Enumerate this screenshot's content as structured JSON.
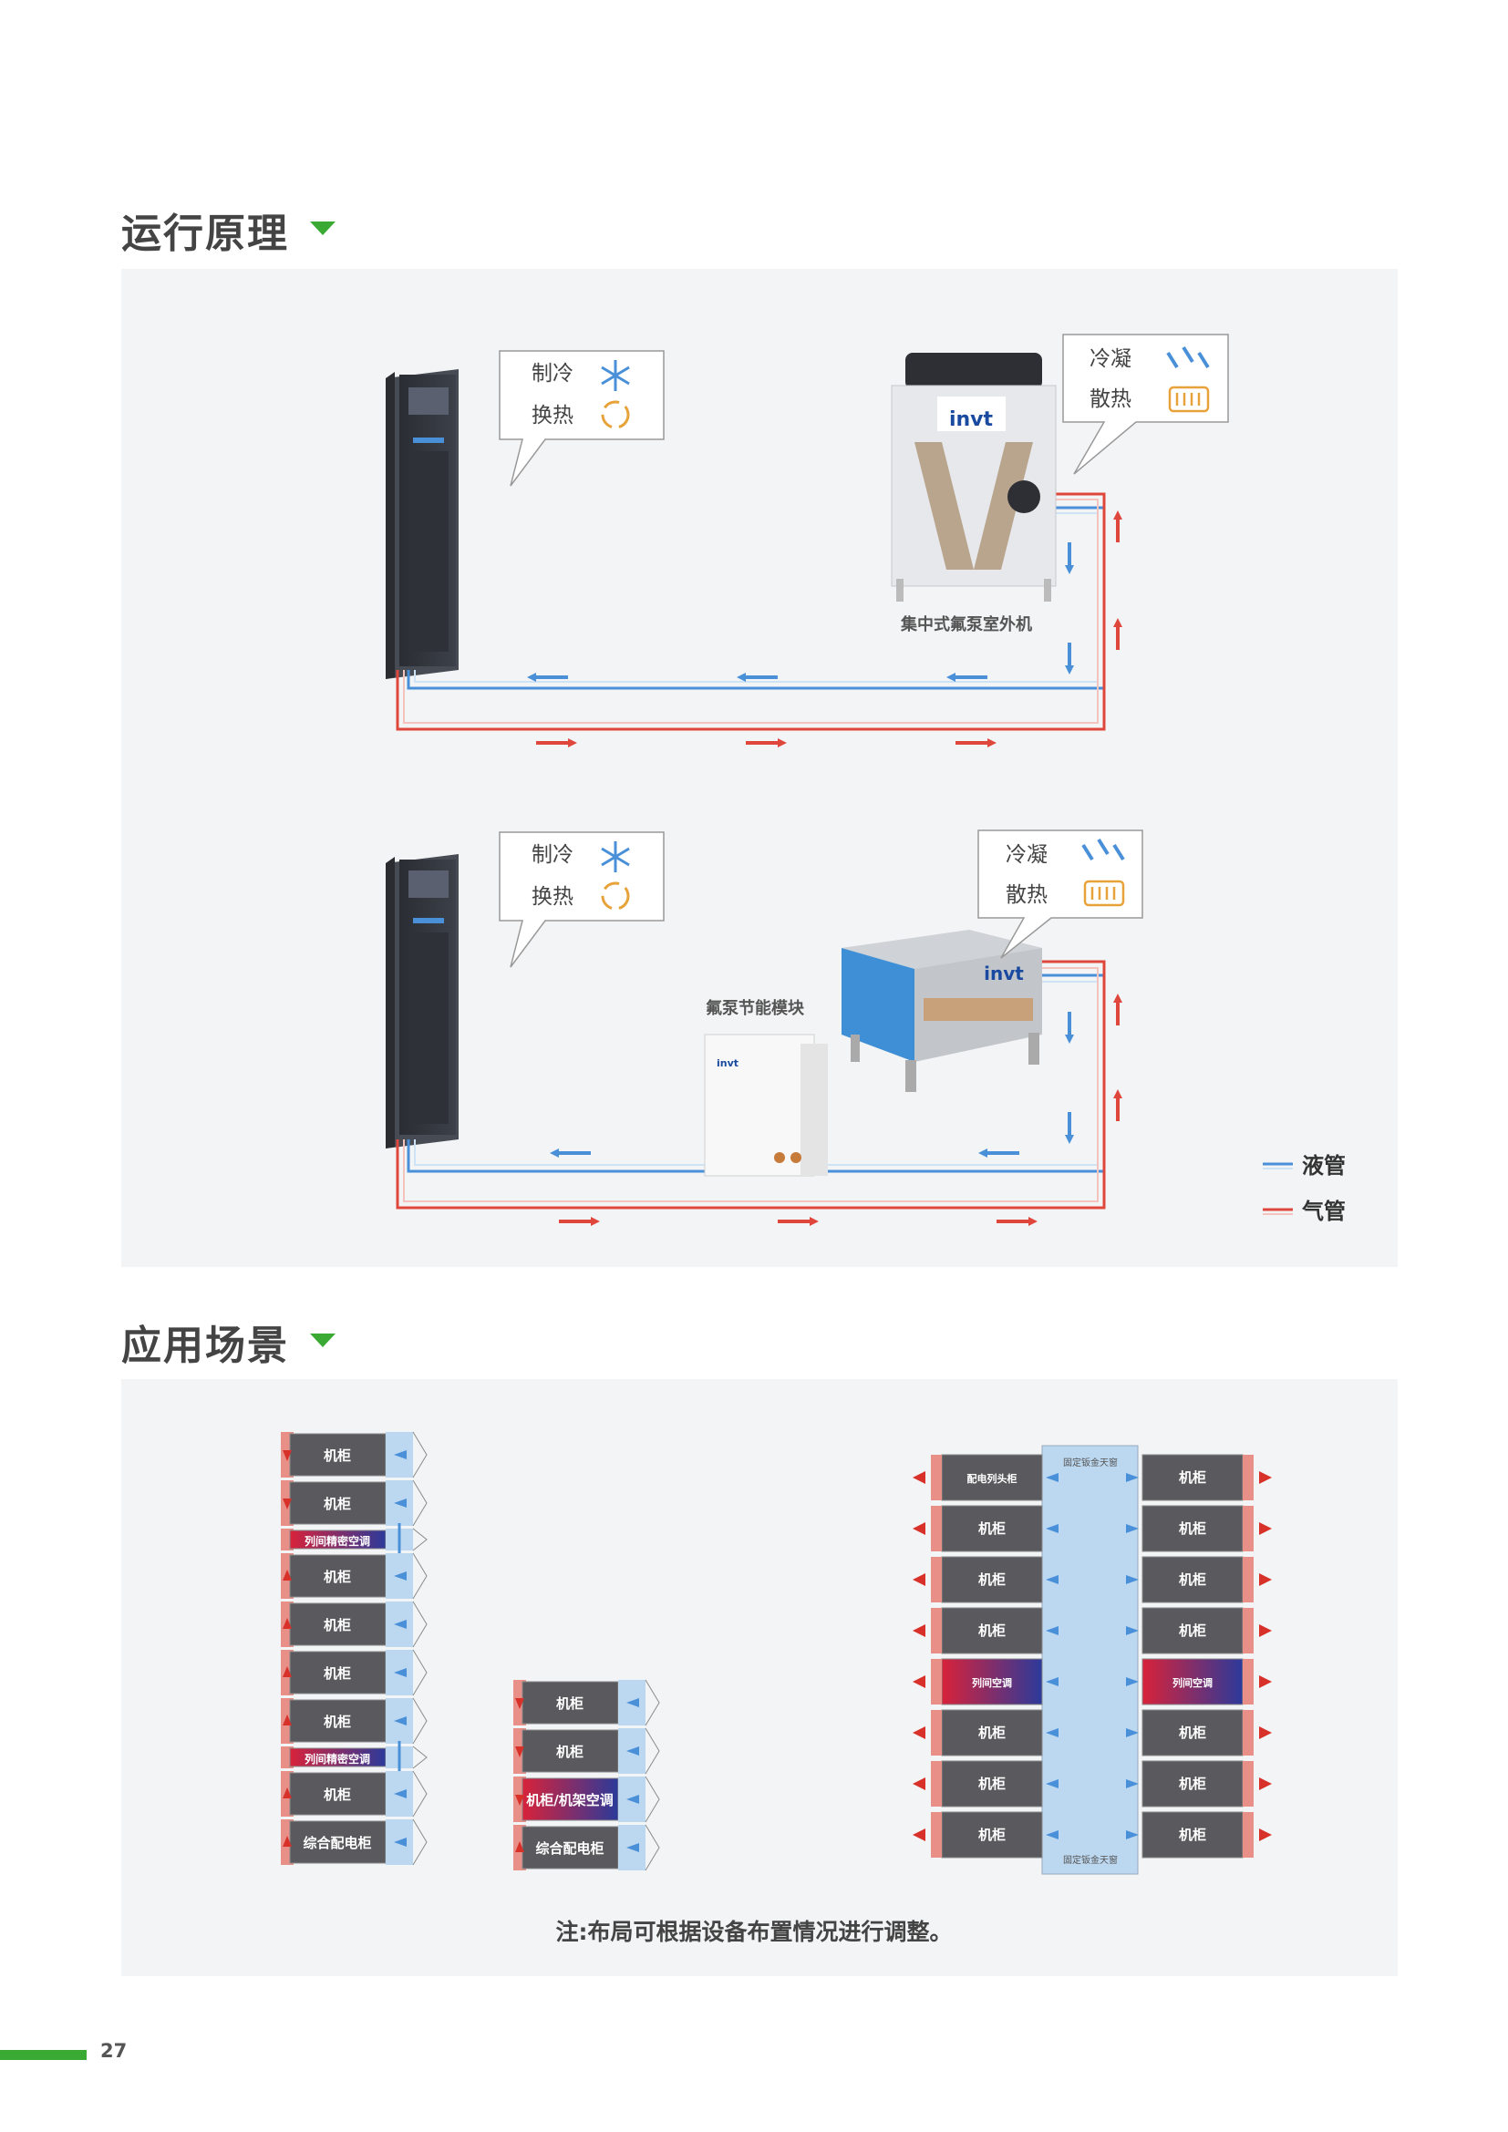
{
  "section1": {
    "title": "运行原理"
  },
  "section2": {
    "title": "应用场景"
  },
  "diagram1": {
    "bubble_left": {
      "line1": "制冷",
      "line2": "换热"
    },
    "bubble_right": {
      "line1": "冷凝",
      "line2": "散热"
    },
    "outdoor_label": "集中式氟泵室外机",
    "brand": "invt"
  },
  "diagram2": {
    "bubble_left": {
      "line1": "制冷",
      "line2": "换热"
    },
    "bubble_right": {
      "line1": "冷凝",
      "line2": "散热"
    },
    "module_label": "氟泵节能模块",
    "brand": "invt",
    "legend": {
      "liquid": "液管",
      "gas": "气管"
    }
  },
  "scene": {
    "col1": [
      "机柜",
      "机柜",
      "列间精密空调",
      "机柜",
      "机柜",
      "机柜",
      "机柜",
      "列间精密空调",
      "机柜",
      "综合配电柜"
    ],
    "col2": [
      "机柜",
      "机柜",
      "机柜/机架空调",
      "综合配电柜"
    ],
    "col3_left": [
      "配电列头柜",
      "机柜",
      "机柜",
      "机柜",
      "列间空调",
      "机柜",
      "机柜",
      "机柜"
    ],
    "col3_right": [
      "机柜",
      "机柜",
      "机柜",
      "机柜",
      "列间空调",
      "机柜",
      "机柜",
      "机柜"
    ],
    "roof_top": "固定钣金天窗",
    "roof_bottom": "固定钣金天窗",
    "note": "注:布局可根据设备布置情况进行调整。"
  },
  "page_number": "27",
  "colors": {
    "accent": "#3aaa35",
    "liquid": "#4a90d9",
    "gas": "#e0473c"
  }
}
